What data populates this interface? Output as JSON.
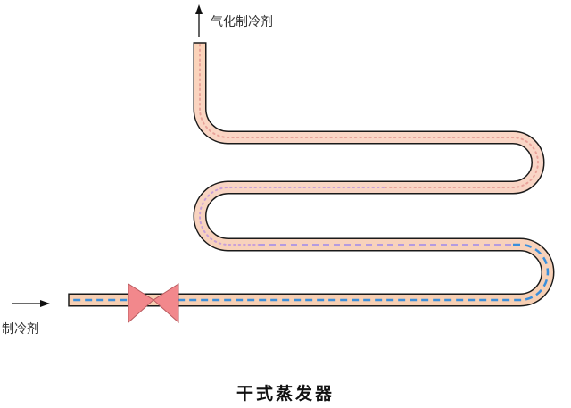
{
  "labels": {
    "outlet": "气化制冷剂",
    "inlet": "制冷剂",
    "caption": "干式蒸发器"
  },
  "colors": {
    "tube_fill_top": "#fbd3b8",
    "tube_fill_bottom": "#f7cfb3",
    "tube_outline": "#1a1a1a",
    "liquid_dash": "#3a8fdc",
    "vapor_dots_top": "#e9a39b",
    "vapor_dots_mid": "#c9a0d8",
    "valve_fill": "#f2888c",
    "valve_outline": "#b85a5e",
    "arrow": "#111111"
  },
  "icons": {
    "valve": "expansion-valve-icon",
    "flow_in": "arrow-right-icon",
    "flow_out": "arrow-up-icon"
  }
}
